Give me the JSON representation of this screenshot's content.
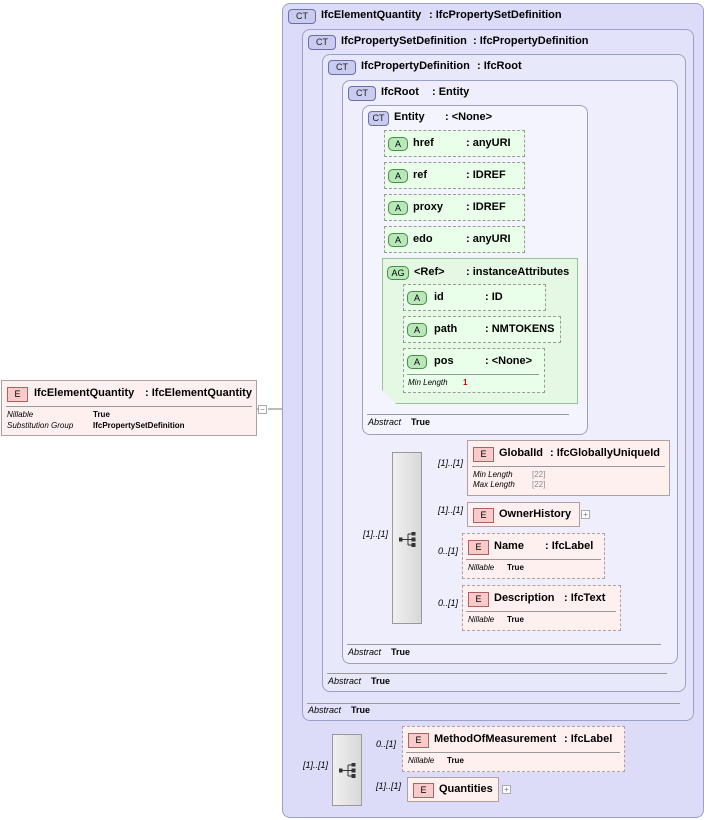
{
  "root_element": {
    "badge": "E",
    "name": "IfcElementQuantity",
    "type": ": IfcElementQuantity",
    "props": [
      {
        "label": "Nillable",
        "value": "True"
      },
      {
        "label": "Substitution Group",
        "value": "IfcPropertySetDefinition"
      }
    ]
  },
  "complex_types": [
    {
      "badge": "CT",
      "name": "IfcElementQuantity",
      "base": ": IfcPropertySetDefinition"
    },
    {
      "badge": "CT",
      "name": "IfcPropertySetDefinition",
      "base": ": IfcPropertyDefinition",
      "abstract_label": "Abstract",
      "abstract_value": "True"
    },
    {
      "badge": "CT",
      "name": "IfcPropertyDefinition",
      "base": ": IfcRoot",
      "abstract_label": "Abstract",
      "abstract_value": "True"
    },
    {
      "badge": "CT",
      "name": "IfcRoot",
      "base": ": Entity",
      "abstract_label": "Abstract",
      "abstract_value": "True"
    },
    {
      "badge": "CT",
      "name": "Entity",
      "base": ": <None>",
      "abstract_label": "Abstract",
      "abstract_value": "True"
    }
  ],
  "entity_attributes": [
    {
      "badge": "A",
      "name": "href",
      "type": ": anyURI"
    },
    {
      "badge": "A",
      "name": "ref",
      "type": ": IDREF"
    },
    {
      "badge": "A",
      "name": "proxy",
      "type": ": IDREF"
    },
    {
      "badge": "A",
      "name": "edo",
      "type": ": anyURI"
    }
  ],
  "attribute_group": {
    "badge": "AG",
    "name": "<Ref>",
    "type": ": instanceAttributes",
    "attributes": [
      {
        "badge": "A",
        "name": "id",
        "type": ": ID"
      },
      {
        "badge": "A",
        "name": "path",
        "type": ": NMTOKENS"
      },
      {
        "badge": "A",
        "name": "pos",
        "type": ": <None>",
        "prop_label": "Min Length",
        "prop_value": "1"
      }
    ]
  },
  "ifcroot_sequence": {
    "multiplicity": "[1]..[1]",
    "children": [
      {
        "badge": "E",
        "name": "GlobalId",
        "type": ": IfcGloballyUniqueId",
        "multiplicity": "[1]..[1]",
        "props": [
          {
            "label": "Min Length",
            "value": "[22]"
          },
          {
            "label": "Max Length",
            "value": "[22]"
          }
        ]
      },
      {
        "badge": "E",
        "name": "OwnerHistory",
        "type": "",
        "multiplicity": "[1]..[1]",
        "props": []
      },
      {
        "badge": "E",
        "name": "Name",
        "type": ": IfcLabel",
        "multiplicity": "0..[1]",
        "props": [
          {
            "label": "Nillable",
            "value": "True"
          }
        ]
      },
      {
        "badge": "E",
        "name": "Description",
        "type": ": IfcText",
        "multiplicity": "0..[1]",
        "props": [
          {
            "label": "Nillable",
            "value": "True"
          }
        ]
      }
    ]
  },
  "quantity_sequence": {
    "multiplicity": "[1]..[1]",
    "children": [
      {
        "badge": "E",
        "name": "MethodOfMeasurement",
        "type": ": IfcLabel",
        "multiplicity": "0..[1]",
        "props": [
          {
            "label": "Nillable",
            "value": "True"
          }
        ]
      },
      {
        "badge": "E",
        "name": "Quantities",
        "type": "",
        "multiplicity": "[1]..[1]",
        "props": []
      }
    ]
  },
  "colors": {
    "ct_border": "#9aa0c8",
    "attribute_fill": "#eaffea",
    "element_fill": "#fff0f0",
    "connector": "#777777"
  },
  "icons": [
    "collapse-minus-icon",
    "expand-plus-icon",
    "sequence-compositor-icon"
  ]
}
